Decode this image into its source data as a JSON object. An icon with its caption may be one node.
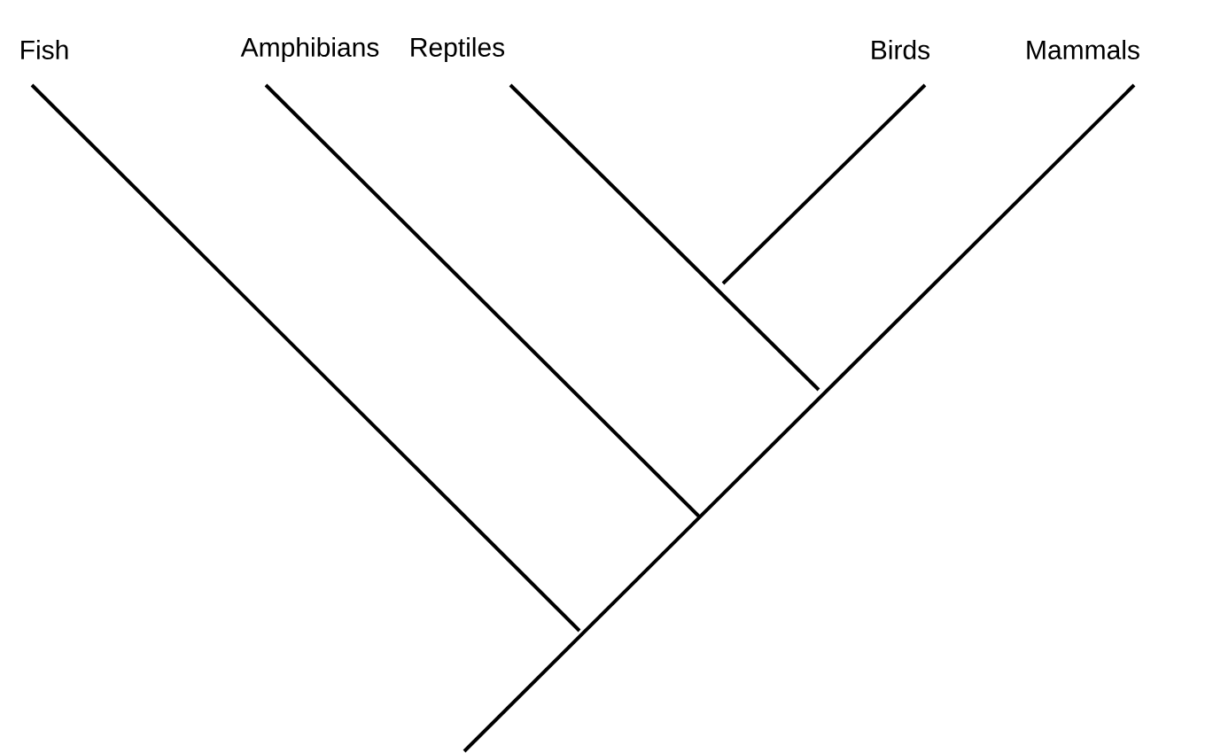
{
  "diagram": {
    "labels": [
      "Fish",
      "Amphibians",
      "Reptiles",
      "Birds",
      "Mammals"
    ]
  }
}
